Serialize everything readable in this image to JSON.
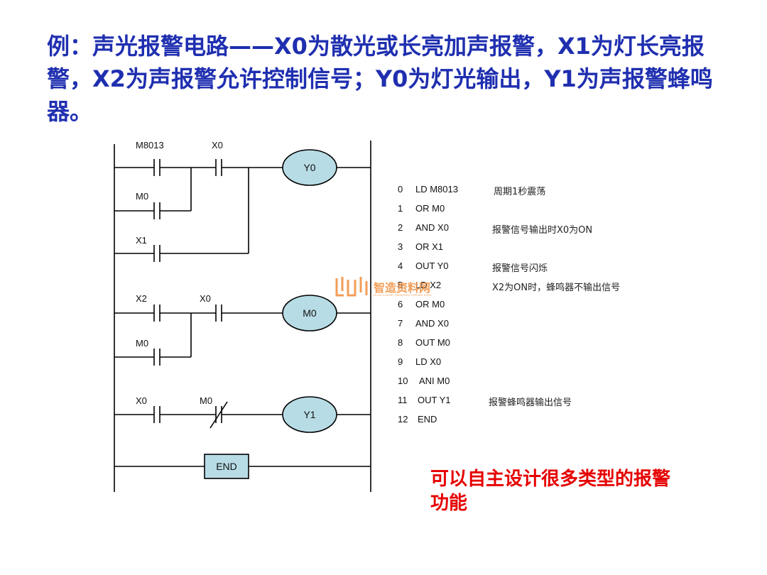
{
  "title": "例：声光报警电路——X0为散光或长亮加声报警，X1为灯长亮报警，X2为声报警允许控制信号；Y0为灯光输出，Y1为声报警蜂鸣器。",
  "ladder": {
    "contacts": [
      "M8013",
      "X0",
      "M0",
      "X1",
      "X2",
      "X0",
      "M0",
      "X0",
      "M0"
    ],
    "coils": [
      "Y0",
      "M0",
      "Y1"
    ],
    "end_label": "END"
  },
  "instructions": [
    {
      "step": "0",
      "code": "LD  M8013",
      "comment": "周期1秒震荡"
    },
    {
      "step": "1",
      "code": "OR  M0",
      "comment": ""
    },
    {
      "step": "2",
      "code": "AND  X0",
      "comment": "报警信号输出时X0为ON"
    },
    {
      "step": "3",
      "code": "OR   X1",
      "comment": ""
    },
    {
      "step": "4",
      "code": "OUT  Y0",
      "comment": "报警信号闪烁"
    },
    {
      "step": "5",
      "code": "LD  X2",
      "comment": "X2为ON时，蜂鸣器不输出信号"
    },
    {
      "step": "6",
      "code": "OR  M0",
      "comment": ""
    },
    {
      "step": "7",
      "code": "AND  X0",
      "comment": ""
    },
    {
      "step": "8",
      "code": "OUT  M0",
      "comment": ""
    },
    {
      "step": "9",
      "code": "LD  X0",
      "comment": ""
    },
    {
      "step": "10",
      "code": "ANI  M0",
      "comment": ""
    },
    {
      "step": "11",
      "code": "OUT   Y1",
      "comment": "报警蜂鸣器输出信号"
    },
    {
      "step": "12",
      "code": "END",
      "comment": ""
    }
  ],
  "note": "可以自主设计很多类型的报警功能",
  "watermark": {
    "text": "智造资料网",
    "sub": "INTELLIGENT MANUFACTURING DATA",
    "color": "#f08c3c"
  },
  "colors": {
    "title": "#1f2fb0",
    "note": "#e60000",
    "coil_fill": "#b8dce6"
  }
}
